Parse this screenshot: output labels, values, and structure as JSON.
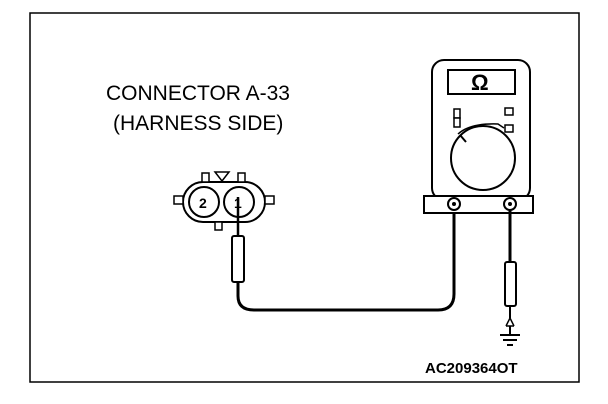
{
  "connector": {
    "title_line1": "CONNECTOR A-33",
    "title_line2": "(HARNESS SIDE)",
    "pins": [
      "2",
      "1"
    ]
  },
  "meter": {
    "display_symbol": "Ω",
    "icon": "ohmmeter-icon"
  },
  "figure_code": "AC209364OT",
  "colors": {
    "line": "#000000",
    "background": "#ffffff"
  }
}
